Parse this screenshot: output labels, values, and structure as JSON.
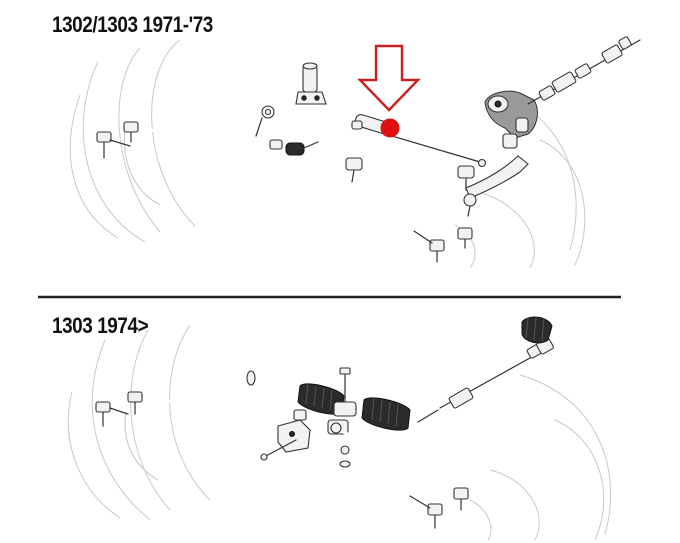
{
  "section_1": {
    "title": "1302/1303 1971-'73",
    "highlight": {
      "arrow_color": "#cc1f1f",
      "marker_color": "#dd1111",
      "arrow_icon": "down-arrow-outline",
      "marker_icon": "red-dot"
    }
  },
  "section_2": {
    "title": "1303 1974>"
  },
  "divider_color": "#222222"
}
